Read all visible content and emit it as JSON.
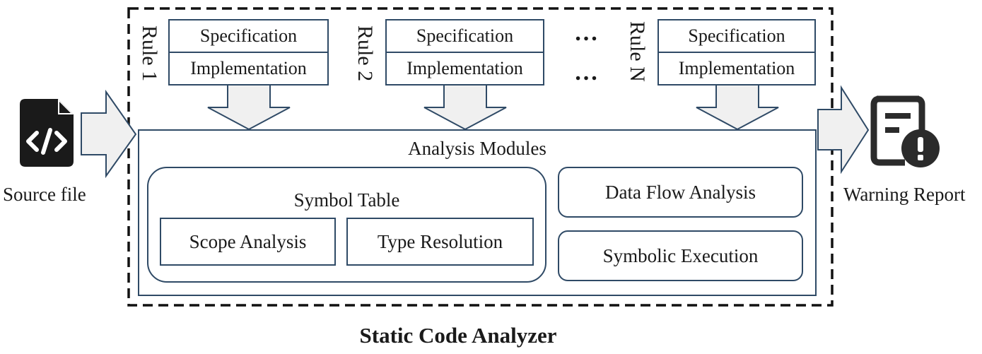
{
  "title": "Static Code Analyzer",
  "input": {
    "label": "Source file",
    "icon": "code-file-icon"
  },
  "output": {
    "label": "Warning Report",
    "icon": "warning-report-icon"
  },
  "rules": [
    {
      "label": "Rule 1",
      "spec": "Specification",
      "impl": "Implementation"
    },
    {
      "label": "Rule 2",
      "spec": "Specification",
      "impl": "Implementation"
    },
    {
      "label": "Rule N",
      "spec": "Specification",
      "impl": "Implementation"
    }
  ],
  "ellipsis": "…",
  "analysis": {
    "title": "Analysis Modules",
    "symbol_table": {
      "title": "Symbol Table",
      "scope": "Scope Analysis",
      "type": "Type Resolution"
    },
    "data_flow": "Data Flow Analysis",
    "symbolic": "Symbolic Execution"
  },
  "colors": {
    "border": "#2f4a66",
    "arrow_fill": "#f0f0f0",
    "icon": "#1a1a1a"
  }
}
